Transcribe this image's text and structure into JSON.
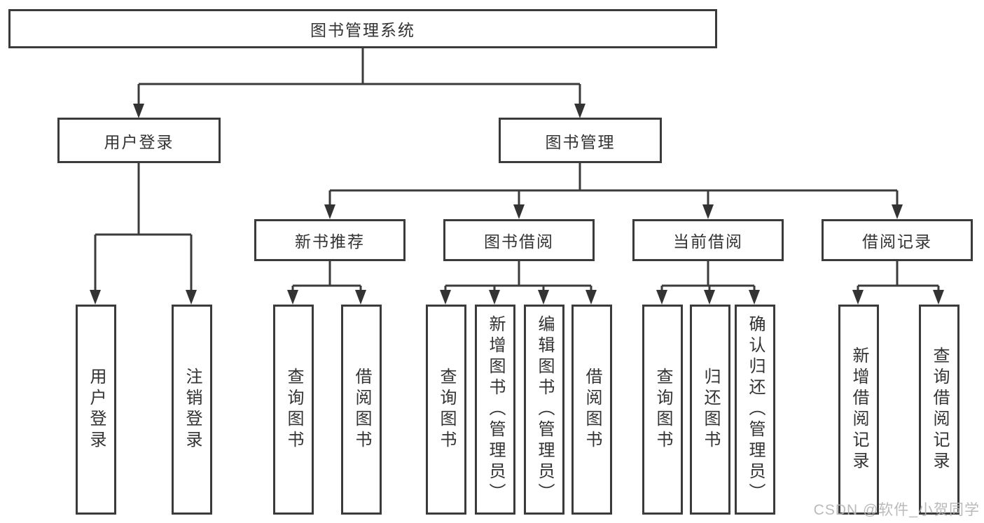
{
  "diagram": {
    "root": "图书管理系统",
    "branches": {
      "user_login": "用户登录",
      "book_mgmt": "图书管理"
    },
    "modules": {
      "new_book_rec": "新书推荐",
      "book_borrow": "图书借阅",
      "current_borrow": "当前借阅",
      "borrow_record": "借阅记录"
    },
    "leaves": {
      "login": "用户登录",
      "logout": "注销登录",
      "nbr_query": "查询图书",
      "nbr_borrow": "借阅图书",
      "bb_query": "查询图书",
      "bb_add": "新增图书（管理员）",
      "bb_edit": "编辑图书（管理员）",
      "bb_borrow": "借阅图书",
      "cb_query": "查询图书",
      "cb_return": "归还图书",
      "cb_confirm": "确认归还（管理员）",
      "br_add": "新增借阅记录",
      "br_query": "查询借阅记录"
    }
  },
  "watermark": "CSDN @软件_小贺同学",
  "colors": {
    "line": "#3b3b3b",
    "box_border": "#3b3b3b",
    "text": "#333333",
    "watermark_text": "#b5b5b5",
    "background": "#ffffff"
  }
}
